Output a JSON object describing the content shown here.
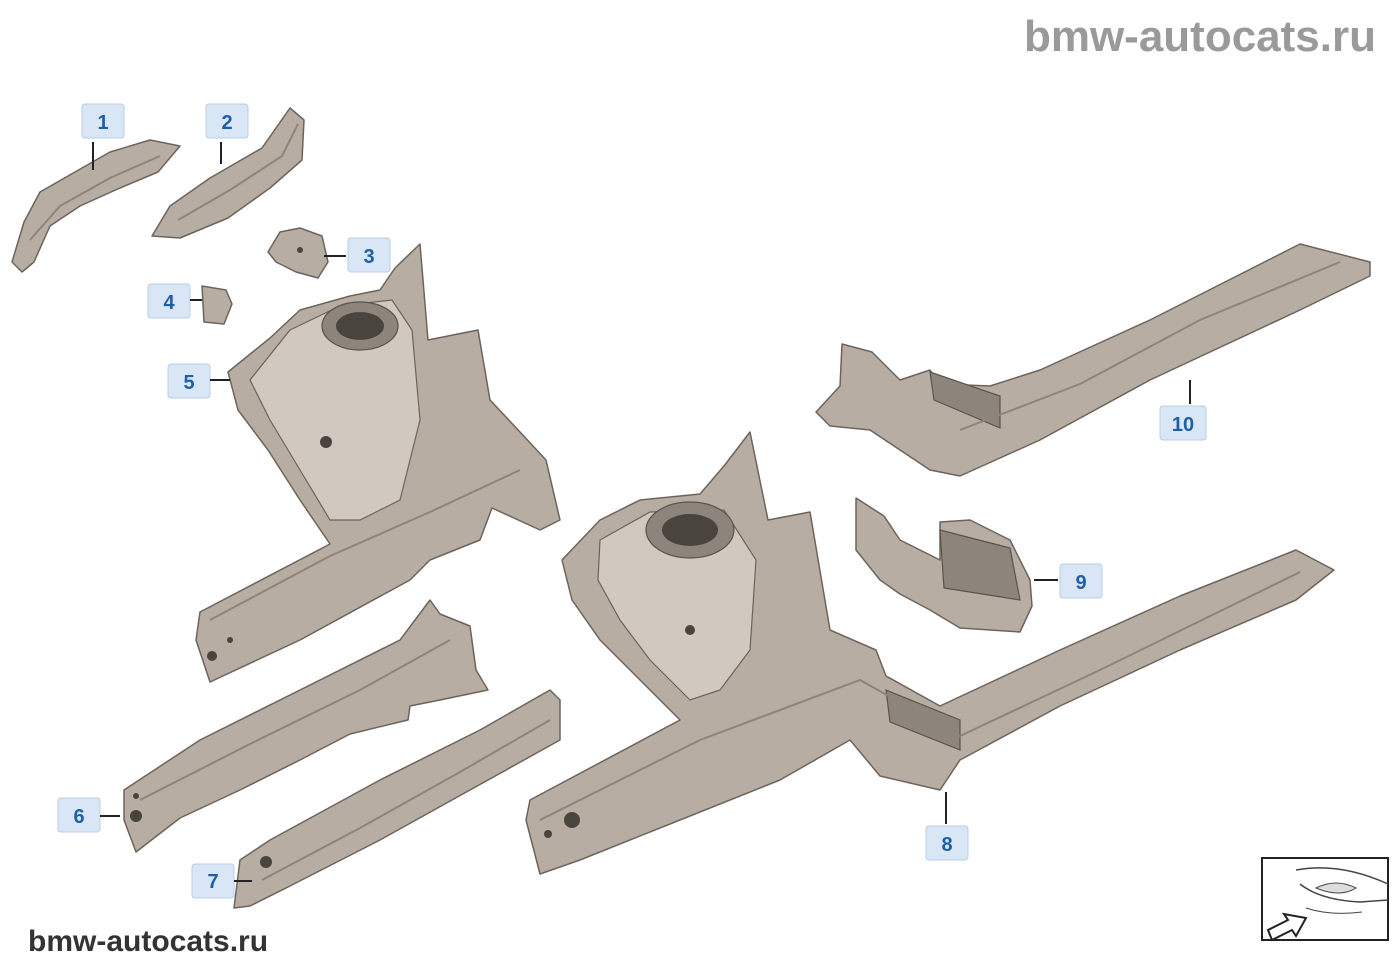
{
  "watermarks": {
    "top": "bmw-autocats.ru",
    "bottom": "bmw-autocats.ru"
  },
  "callouts": [
    "1",
    "2",
    "3",
    "4",
    "5",
    "6",
    "7",
    "8",
    "9",
    "10"
  ],
  "colors": {
    "part_fill": "#b7ada3",
    "callout_fill": "#d9e6f5",
    "callout_text": "#1f5fa8"
  },
  "icons": {
    "navigation": "vehicle-front-arrow-icon"
  }
}
